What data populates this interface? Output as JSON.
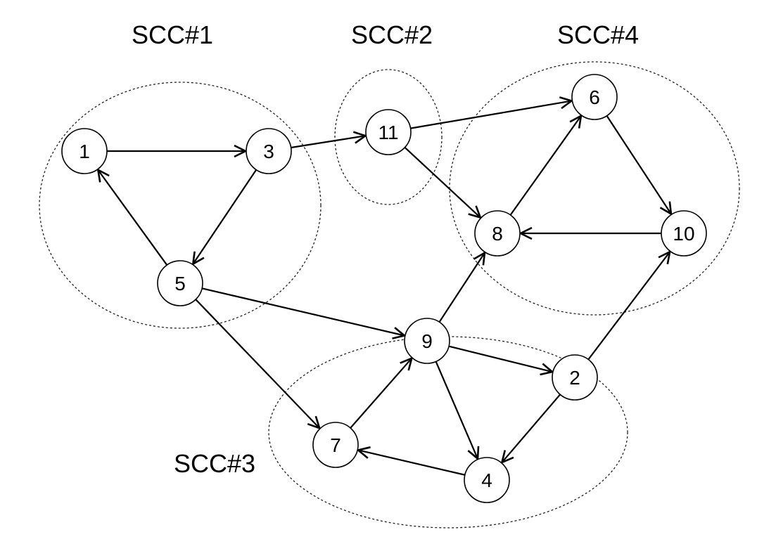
{
  "clusters": [
    {
      "id": "scc1",
      "label": "SCC#1",
      "members": [
        "1",
        "3",
        "5"
      ]
    },
    {
      "id": "scc2",
      "label": "SCC#2",
      "members": [
        "11"
      ]
    },
    {
      "id": "scc4",
      "label": "SCC#4",
      "members": [
        "6",
        "8",
        "10"
      ]
    },
    {
      "id": "scc3",
      "label": "SCC#3",
      "members": [
        "9",
        "2",
        "7",
        "4"
      ]
    }
  ],
  "nodes": [
    "1",
    "3",
    "5",
    "11",
    "6",
    "8",
    "10",
    "9",
    "2",
    "7",
    "4"
  ],
  "edges": [
    [
      "1",
      "3"
    ],
    [
      "3",
      "5"
    ],
    [
      "5",
      "1"
    ],
    [
      "3",
      "11"
    ],
    [
      "11",
      "6"
    ],
    [
      "11",
      "8"
    ],
    [
      "6",
      "10"
    ],
    [
      "10",
      "8"
    ],
    [
      "8",
      "6"
    ],
    [
      "5",
      "9"
    ],
    [
      "5",
      "7"
    ],
    [
      "9",
      "8"
    ],
    [
      "9",
      "2"
    ],
    [
      "9",
      "4"
    ],
    [
      "2",
      "10"
    ],
    [
      "2",
      "4"
    ],
    [
      "4",
      "7"
    ],
    [
      "7",
      "9"
    ]
  ]
}
